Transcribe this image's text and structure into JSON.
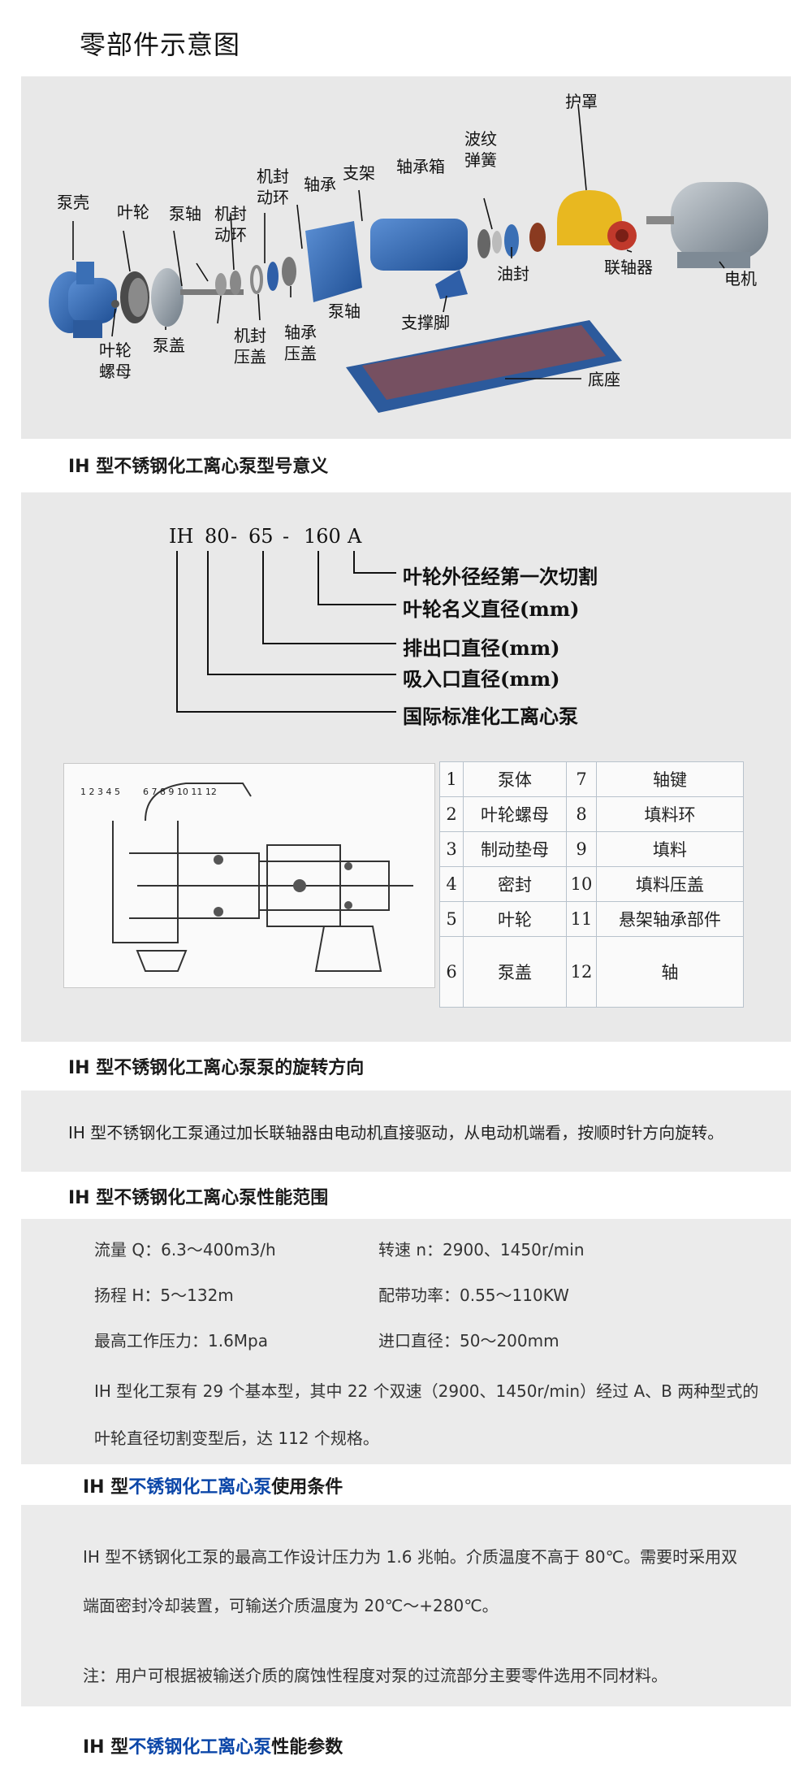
{
  "page_title": "零部件示意图",
  "parts_labels": {
    "pump_casing": "泵壳",
    "impeller": "叶轮",
    "impeller_nut": "叶轮\n螺母",
    "pump_shaft_1": "泵轴",
    "mech_seal_rotor_1": "机封\n动环",
    "mech_seal_rotor_2": "机封\n动环",
    "pump_cover": "泵盖",
    "mech_seal_gland": "机封\n压盖",
    "bearing": "轴承",
    "bearing_gland": "轴承\n压盖",
    "bracket": "支架",
    "pump_shaft_2": "泵轴",
    "bearing_box": "轴承箱",
    "support_foot": "支撑脚",
    "wave_spring": "波纹\n弹簧",
    "oil_seal": "油封",
    "guard": "护罩",
    "coupling": "联轴器",
    "motor": "电机",
    "base": "底座"
  },
  "section_model": {
    "title": "IH 型不锈钢化工离心泵型号意义"
  },
  "model_code": {
    "ih": "IH",
    "n80": "80",
    "d1": "-",
    "n65": "65",
    "d2": "-",
    "n160": "160",
    "a": "A",
    "m1": "叶轮外径经第一次切割",
    "m2": "叶轮名义直径(mm)",
    "m3": "排出口直径(mm)",
    "m4": "吸入口直径(mm)",
    "m5": "国际标准化工离心泵"
  },
  "drawing_numbers": "1 2 3 4 5        6 7 8 9 10 11 12",
  "parts_table": [
    {
      "n1": "1",
      "p1": "泵体",
      "n2": "7",
      "p2": "轴键"
    },
    {
      "n1": "2",
      "p1": "叶轮螺母",
      "n2": "8",
      "p2": "填料环"
    },
    {
      "n1": "3",
      "p1": "制动垫母",
      "n2": "9",
      "p2": "填料"
    },
    {
      "n1": "4",
      "p1": "密封",
      "n2": "10",
      "p2": "填料压盖"
    },
    {
      "n1": "5",
      "p1": "叶轮",
      "n2": "11",
      "p2": "悬架轴承部件"
    },
    {
      "n1": "6",
      "p1": "泵盖",
      "n2": "12",
      "p2": "轴"
    }
  ],
  "section_rotation": {
    "title": "IH 型不锈钢化工离心泵泵的旋转方向",
    "text": "IH 型不锈钢化工泵通过加长联轴器由电动机直接驱动，从电动机端看，按顺时针方向旋转。"
  },
  "section_range": {
    "title": "IH 型不锈钢化工离心泵性能范围",
    "flow": "流量 Q：6.3～400m3/h",
    "speed": "转速 n：2900、1450r/min",
    "head": "扬程 H：5～132m",
    "power": "配带功率：0.55～110KW",
    "pressure": "最高工作压力：1.6Mpa",
    "inlet": "进口直径：50～200mm",
    "para1": "IH 型化工泵有 29 个基本型，其中 22 个双速（2900、1450r/min）经过 A、B 两种型式的",
    "para2": "叶轮直径切割变型后，达 112 个规格。"
  },
  "section_conditions": {
    "title_pre": "IH 型",
    "title_blue": "不锈钢化工离心泵",
    "title_post": "使用条件",
    "line1": "IH 型不锈钢化工泵的最高工作设计压力为 1.6 兆帕。介质温度不高于 80℃。需要时采用双",
    "line2": "端面密封冷却装置，可输送介质温度为 20℃～+280℃。",
    "note": "注：用户可根据被输送介质的腐蚀性程度对泵的过流部分主要零件选用不同材料。"
  },
  "section_params": {
    "title_pre": "IH 型",
    "title_blue": "不锈钢化工离心泵",
    "title_post": "性能参数"
  },
  "colors": {
    "accent_blue": "#0b46a8",
    "panel_gray": "#ebebeb",
    "pump_blue": "#3a6fb5",
    "guard_yellow": "#e8b820",
    "coupling_red": "#c0392b"
  }
}
